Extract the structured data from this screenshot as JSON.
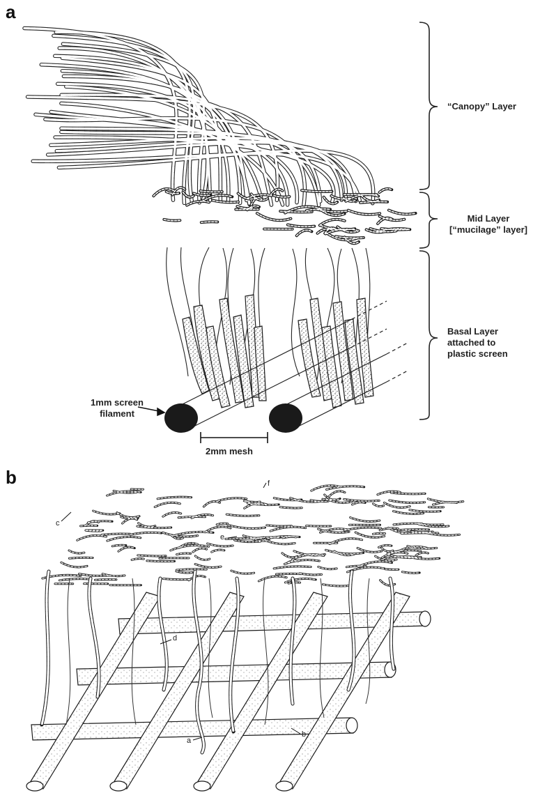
{
  "panel_a": {
    "letter": "a",
    "labels": {
      "canopy": "“Canopy” Layer",
      "mid_line1": "Mid Layer",
      "mid_line2": "[“mucilage” layer]",
      "basal_line1": "Basal Layer",
      "basal_line2": "attached to",
      "basal_line3": "plastic screen",
      "filament_line1": "1mm screen",
      "filament_line2": "filament",
      "mesh": "2mm mesh"
    }
  },
  "panel_b": {
    "letter": "b",
    "feature_letters": {
      "a": "a",
      "b": "b",
      "c": "c",
      "d": "d",
      "e": "e",
      "f": "f"
    }
  },
  "colors": {
    "ink": "#1a1a1a",
    "stipple": "#555555",
    "paper": "#ffffff"
  }
}
